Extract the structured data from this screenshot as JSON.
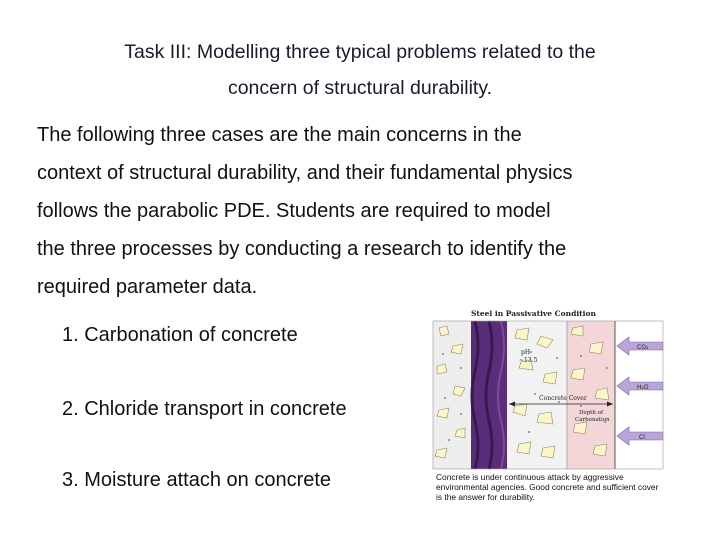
{
  "title": {
    "line1": "Task III: Modelling three typical problems related to the",
    "line2": "concern of structural durability."
  },
  "body": {
    "lines": [
      "The following three cases are the main concerns in the",
      "context of structural durability, and their fundamental physics",
      "follows the parabolic PDE. Students are required to model",
      "the three processes by conducting a research to identify the",
      "required parameter data."
    ]
  },
  "list": [
    "1. Carbonation of concrete",
    "2. Chloride transport in concrete",
    "3. Moisture attach on concrete"
  ],
  "figure": {
    "heading": "Steel in Passivative Condition",
    "ph_label": "pH",
    "ph_value": "~13.5",
    "cover_label": "Concrete Cover",
    "depth_label_1": "Depth of",
    "depth_label_2": "Carbonation",
    "arrow_co2": "CO₂",
    "arrow_h2o": "H₂O",
    "arrow_cl": "Cl",
    "caption_lines": [
      "Concrete is under continuous attack by aggressive",
      "environmental agencies. Good concrete and sufficient cover",
      "is the answer for durability."
    ],
    "colors": {
      "steel": "#5a2d7a",
      "steel_stripe": "#3a1850",
      "concrete": "#eeeeee",
      "carbonated_zone": "#f4d6d8",
      "arrow": "#b9a5d8"
    }
  }
}
